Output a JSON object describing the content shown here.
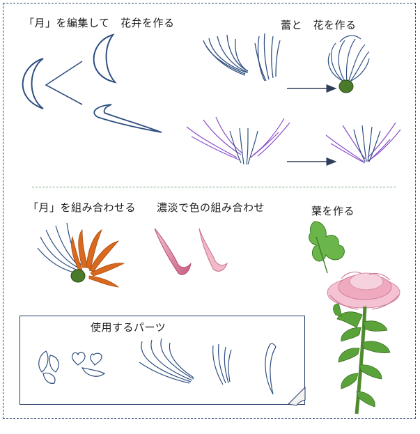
{
  "labels": {
    "edit_moon": "「月」を編集して　花弁を作る",
    "bud_flower": "蕾と　花を作る",
    "combine_moon": "「月」を組み合わせる",
    "shade_combine": "濃淡で色の組み合わせ",
    "leaf": "葉を作る",
    "parts": "使用するパーツ"
  },
  "colors": {
    "navy_outline": "#2f4f7f",
    "purple_outline": "#8a4fc7",
    "orange_petal": "#d9691e",
    "pink_petal": "#e79ab0",
    "leaf_green": "#5aa33a",
    "stem_green": "#4f8a2f",
    "frame": "#2f4a7a"
  }
}
